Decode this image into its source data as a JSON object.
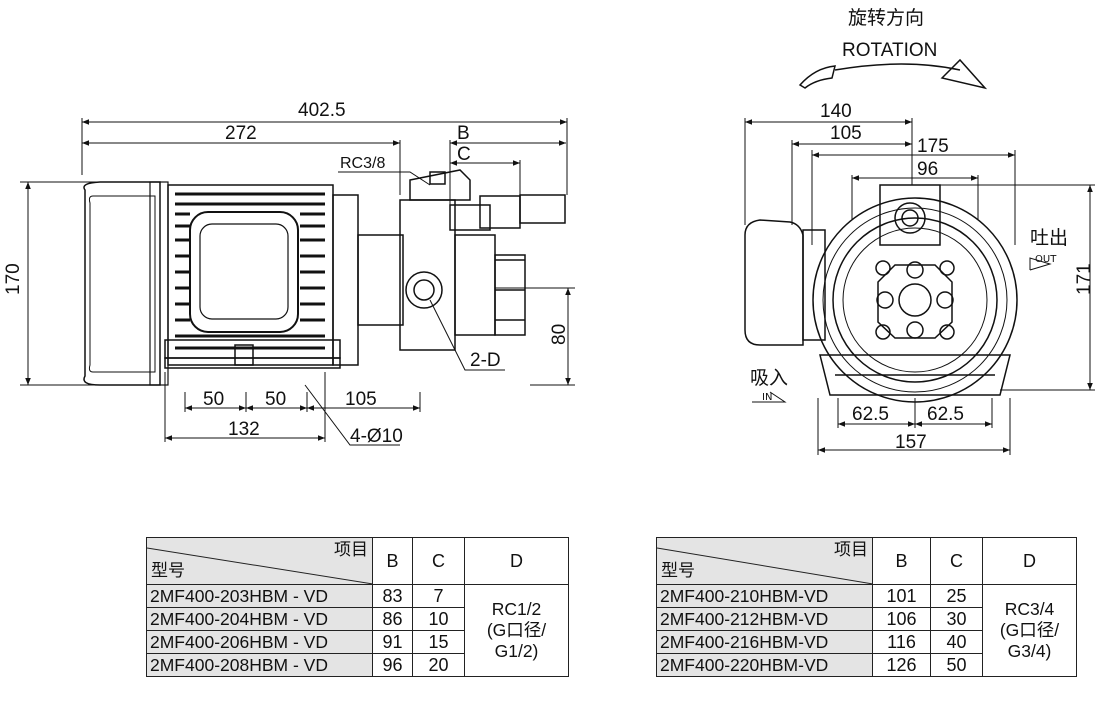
{
  "rotation": {
    "cn": "旋转方向",
    "en": "ROTATION"
  },
  "side_view": {
    "dims": [
      "402.5",
      "272",
      "B",
      "C",
      "RC3/8",
      "170",
      "80",
      "2-D",
      "50",
      "50",
      "105",
      "132",
      "4-Ø10"
    ]
  },
  "front_view": {
    "dims": [
      "140",
      "105",
      "175",
      "96",
      "171",
      "62.5",
      "62.5",
      "157"
    ],
    "outlet": {
      "cn": "吐出",
      "en": "OUT"
    },
    "inlet": {
      "cn": "吸入",
      "en": "IN"
    }
  },
  "table_left": {
    "header": {
      "item": "项目",
      "model": "型号",
      "b": "B",
      "c": "C",
      "d": "D"
    },
    "d_value": [
      "RC1/2",
      "(G口径/",
      "G1/2)"
    ],
    "rows": [
      {
        "model": "2MF400-203HBM - VD",
        "b": "83",
        "c": "7"
      },
      {
        "model": "2MF400-204HBM - VD",
        "b": "86",
        "c": "10"
      },
      {
        "model": "2MF400-206HBM - VD",
        "b": "91",
        "c": "15"
      },
      {
        "model": "2MF400-208HBM - VD",
        "b": "96",
        "c": "20"
      }
    ]
  },
  "table_right": {
    "header": {
      "item": "项目",
      "model": "型号",
      "b": "B",
      "c": "C",
      "d": "D"
    },
    "d_value": [
      "RC3/4",
      "(G口径/",
      "G3/4)"
    ],
    "rows": [
      {
        "model": "2MF400-210HBM-VD",
        "b": "101",
        "c": "25"
      },
      {
        "model": "2MF400-212HBM-VD",
        "b": "106",
        "c": "30"
      },
      {
        "model": "2MF400-216HBM-VD",
        "b": "116",
        "c": "40"
      },
      {
        "model": "2MF400-220HBM-VD",
        "b": "126",
        "c": "50"
      }
    ]
  }
}
